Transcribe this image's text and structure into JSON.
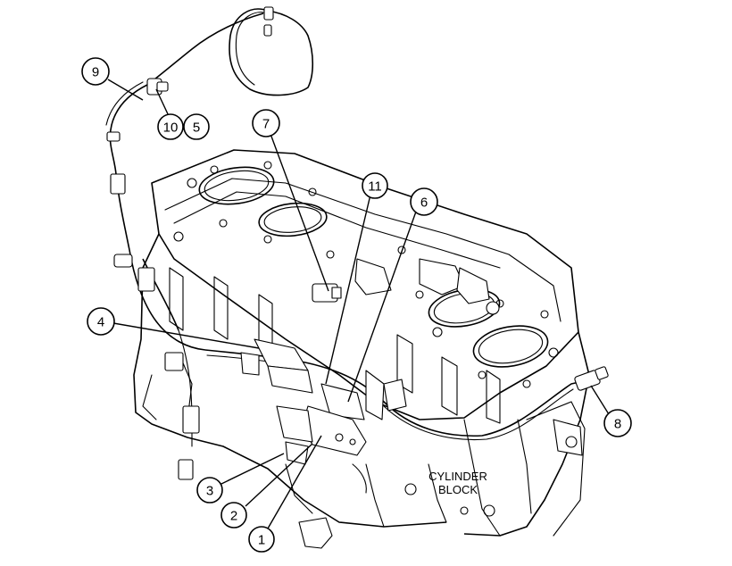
{
  "callouts": {
    "c1": "1",
    "c2": "2",
    "c3": "3",
    "c4": "4",
    "c5": "5",
    "c6": "6",
    "c7": "7",
    "c8": "8",
    "c9": "9",
    "c10": "10",
    "c11": "11"
  },
  "labels": {
    "cylinder_block_line1": "CYLINDER",
    "cylinder_block_line2": "BLOCK"
  }
}
